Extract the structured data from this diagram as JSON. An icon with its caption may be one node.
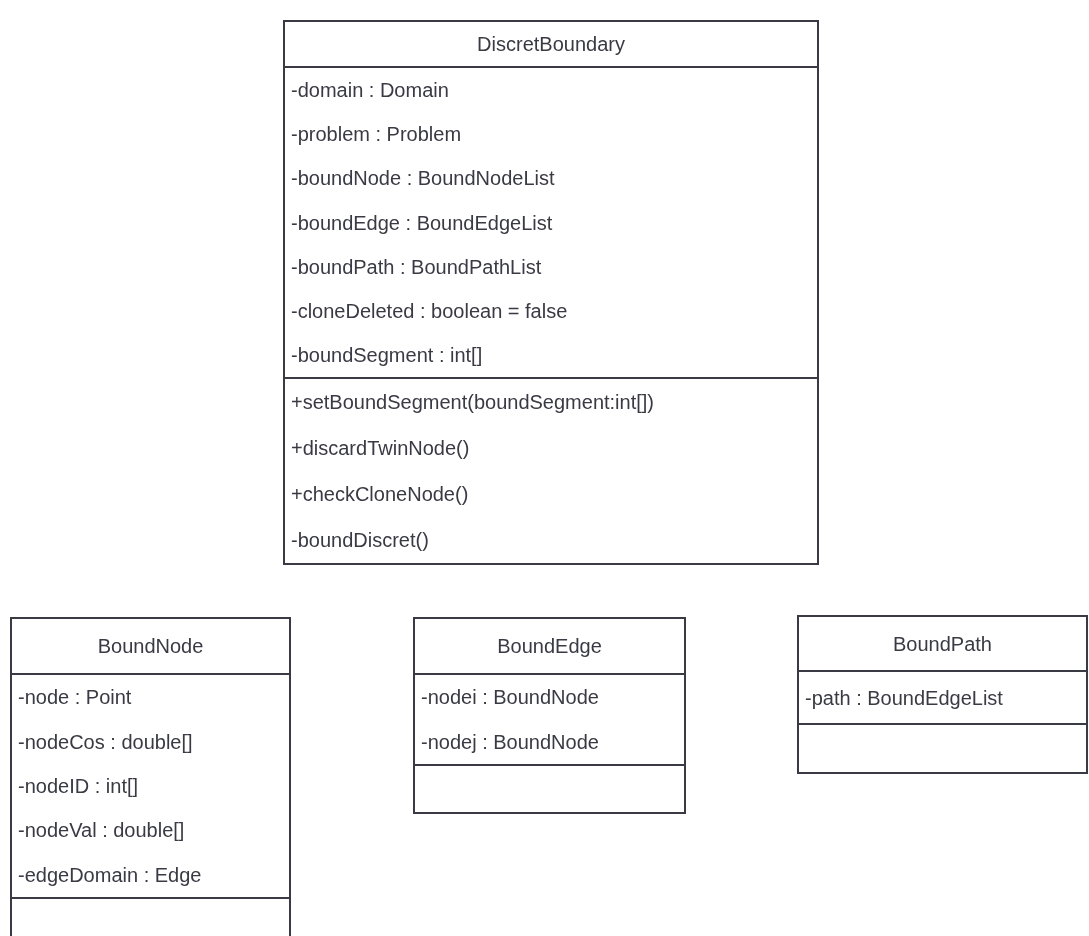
{
  "diagram": {
    "nodes": [
      {
        "text": [
          "DiscretBoundary"
        ]
      },
      {
        "text": [
          "-domain : Domain",
          "-problem : Problem",
          "-boundNode : BoundNodeList",
          "-boundEdge : BoundEdgeList",
          "-boundPath : BoundPathList",
          "-cloneDeleted : boolean = false",
          "-boundSegment : int[]"
        ],
        "in": 0
      },
      {
        "text": [
          "+setBoundSegment(boundSegment:int[])",
          "+discardTwinNode()",
          "+checkCloneNode()",
          "-boundDiscret()"
        ],
        "in": 0
      },
      {
        "text": [
          "BoundNode"
        ]
      },
      {
        "text": [
          "-node : Point",
          "-nodeCos : double[]",
          "-nodeID : int[]",
          "-nodeVal : double[]",
          "-edgeDomain : Edge"
        ],
        "in": 3
      },
      {
        "text": [],
        "shape": "box",
        "in": 3
      },
      {
        "text": [
          "BoundEdge"
        ]
      },
      {
        "text": [
          "-nodei : BoundNode",
          "-nodej : BoundNode"
        ],
        "in": 6
      },
      {
        "text": [],
        "shape": "box",
        "in": 6
      },
      {
        "text": [
          "BoundPath"
        ]
      },
      {
        "text": [
          "-path : BoundEdgeList"
        ],
        "in": 9
      },
      {
        "text": [],
        "shape": "box",
        "in": 9
      }
    ]
  }
}
